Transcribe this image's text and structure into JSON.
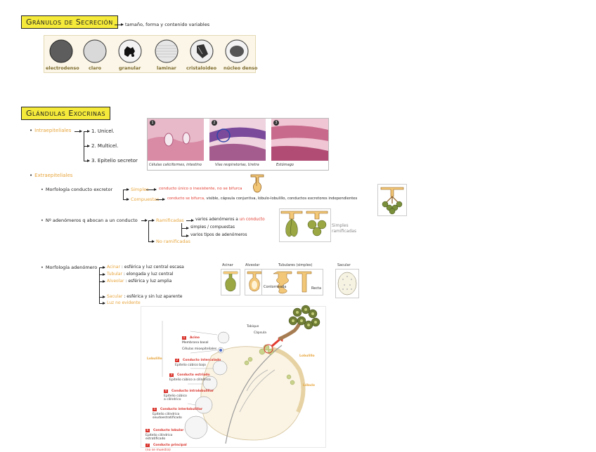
{
  "granulos": {
    "title": "Gránulos de Secreción",
    "note": "tamaño, forma y contenido variables",
    "types": [
      "electrodenso",
      "claro",
      "granular",
      "laminar",
      "cristaloideo",
      "núcleo denso"
    ]
  },
  "glandulas": {
    "title": "Glándulas Exocrinas",
    "intra": {
      "label": "Intraepiteliales",
      "items": [
        "1. Unicel.",
        "2. Multicel.",
        "3. Epitelio secretor"
      ],
      "photo_captions": [
        "Células caliciformes, intestino",
        "Vías respiratorias, Uretra",
        "Estómago"
      ],
      "photo_numbers": [
        "1",
        "2",
        "3"
      ]
    },
    "extra": {
      "label": "Extraepiteliales",
      "conducto": {
        "label": "Morfología conducto excretor",
        "simples": "Simples",
        "simples_desc_a": "conducto único o inexistente,",
        "simples_desc_b": "no se bifurca",
        "compuestas": "Compuestas",
        "compuestas_desc_a": "conducto se bifurca,",
        "compuestas_desc_b": "visible, cápsula conjuntiva, lóbulo-lobulillo, conductos excretores independientes"
      },
      "adenomeros": {
        "label": "Nº adenómeros q abocan a un conducto",
        "ramificadas": "Ramificadas",
        "ram_desc_a": "varios adenómeros a",
        "ram_desc_b": "un conducto",
        "ram_sub1": "simples / compuestas",
        "ram_sub2": "varios tipos de adenómeros",
        "no_ramificadas": "No ramificadas",
        "side_label": "Simples ramificadas"
      },
      "morfologia": {
        "label": "Morfología adenómero",
        "items": [
          {
            "name": "Acinar",
            "desc": ": esférica y luz central escasa"
          },
          {
            "name": "Tubular",
            "desc": ": elongada y luz central"
          },
          {
            "name": "Alveolar",
            "desc": ": esférica y luz amplia"
          },
          {
            "name": "Sacular",
            "desc": ": esférica y sin luz aparente"
          },
          {
            "name": "Luz no evidente",
            "desc": ""
          }
        ],
        "fig_labels": [
          "Acinar",
          "Alveolar",
          "Tubulares (simples)",
          "Sacular"
        ],
        "tubular_sub": [
          "Contorneada",
          "Recta"
        ]
      }
    }
  },
  "diagram": {
    "labels": {
      "tabique": "Tabique",
      "capsula": "Cápsula",
      "lobulillo_left": "Lobulillo",
      "lobulillo_right": "Lobulillo",
      "lobulo": "Lóbulo"
    },
    "steps": [
      {
        "n": "1",
        "title": "Acino",
        "sub": [
          "Membrana basal",
          "Células mioepiteliales"
        ]
      },
      {
        "n": "2",
        "title": "Conducto intercalado",
        "sub": [
          "Epitelio cúbico bajo"
        ]
      },
      {
        "n": "3",
        "title": "Conducto estriado",
        "sub": [
          "Epitelio cúbico a cilíndrico"
        ]
      },
      {
        "n": "4",
        "title": "Conducto intralobulillar",
        "sub": [
          "Epitelio cúbico",
          "a cilíndrico"
        ]
      },
      {
        "n": "5",
        "title": "Conducto interlobulillar",
        "sub": [
          "Epitelio cilíndrico",
          "seudoestratificado"
        ]
      },
      {
        "n": "6",
        "title": "Conducto lobular",
        "sub": [
          "Epitelio cilíndrico",
          "estratificado"
        ]
      },
      {
        "n": "7",
        "title": "Conducto principal",
        "sub": [
          "(no se muestra)"
        ]
      }
    ]
  },
  "colors": {
    "highlight": "#f5ea3a",
    "orange": "#e7a43a",
    "red": "#e23b2f"
  }
}
